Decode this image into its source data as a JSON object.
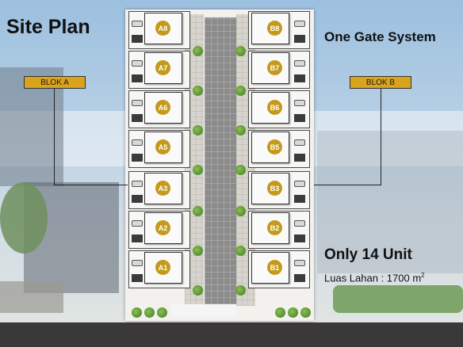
{
  "title": "Site Plan",
  "tagline": "One Gate System",
  "blocks": {
    "a_label": "BLOK A",
    "b_label": "BLOK B"
  },
  "headline": "Only 14 Unit",
  "land_area": {
    "label": "Luas Lahan : 1700 m",
    "unit_sup": "2"
  },
  "units_a": [
    "A8",
    "A7",
    "A6",
    "A5",
    "A3",
    "A2",
    "A1"
  ],
  "units_b": [
    "B8",
    "B7",
    "B6",
    "B5",
    "B3",
    "B2",
    "B1"
  ],
  "colors": {
    "badge": "#c49a1a",
    "blok_tag": "#d9a31b",
    "road": "#8c8c8c"
  }
}
